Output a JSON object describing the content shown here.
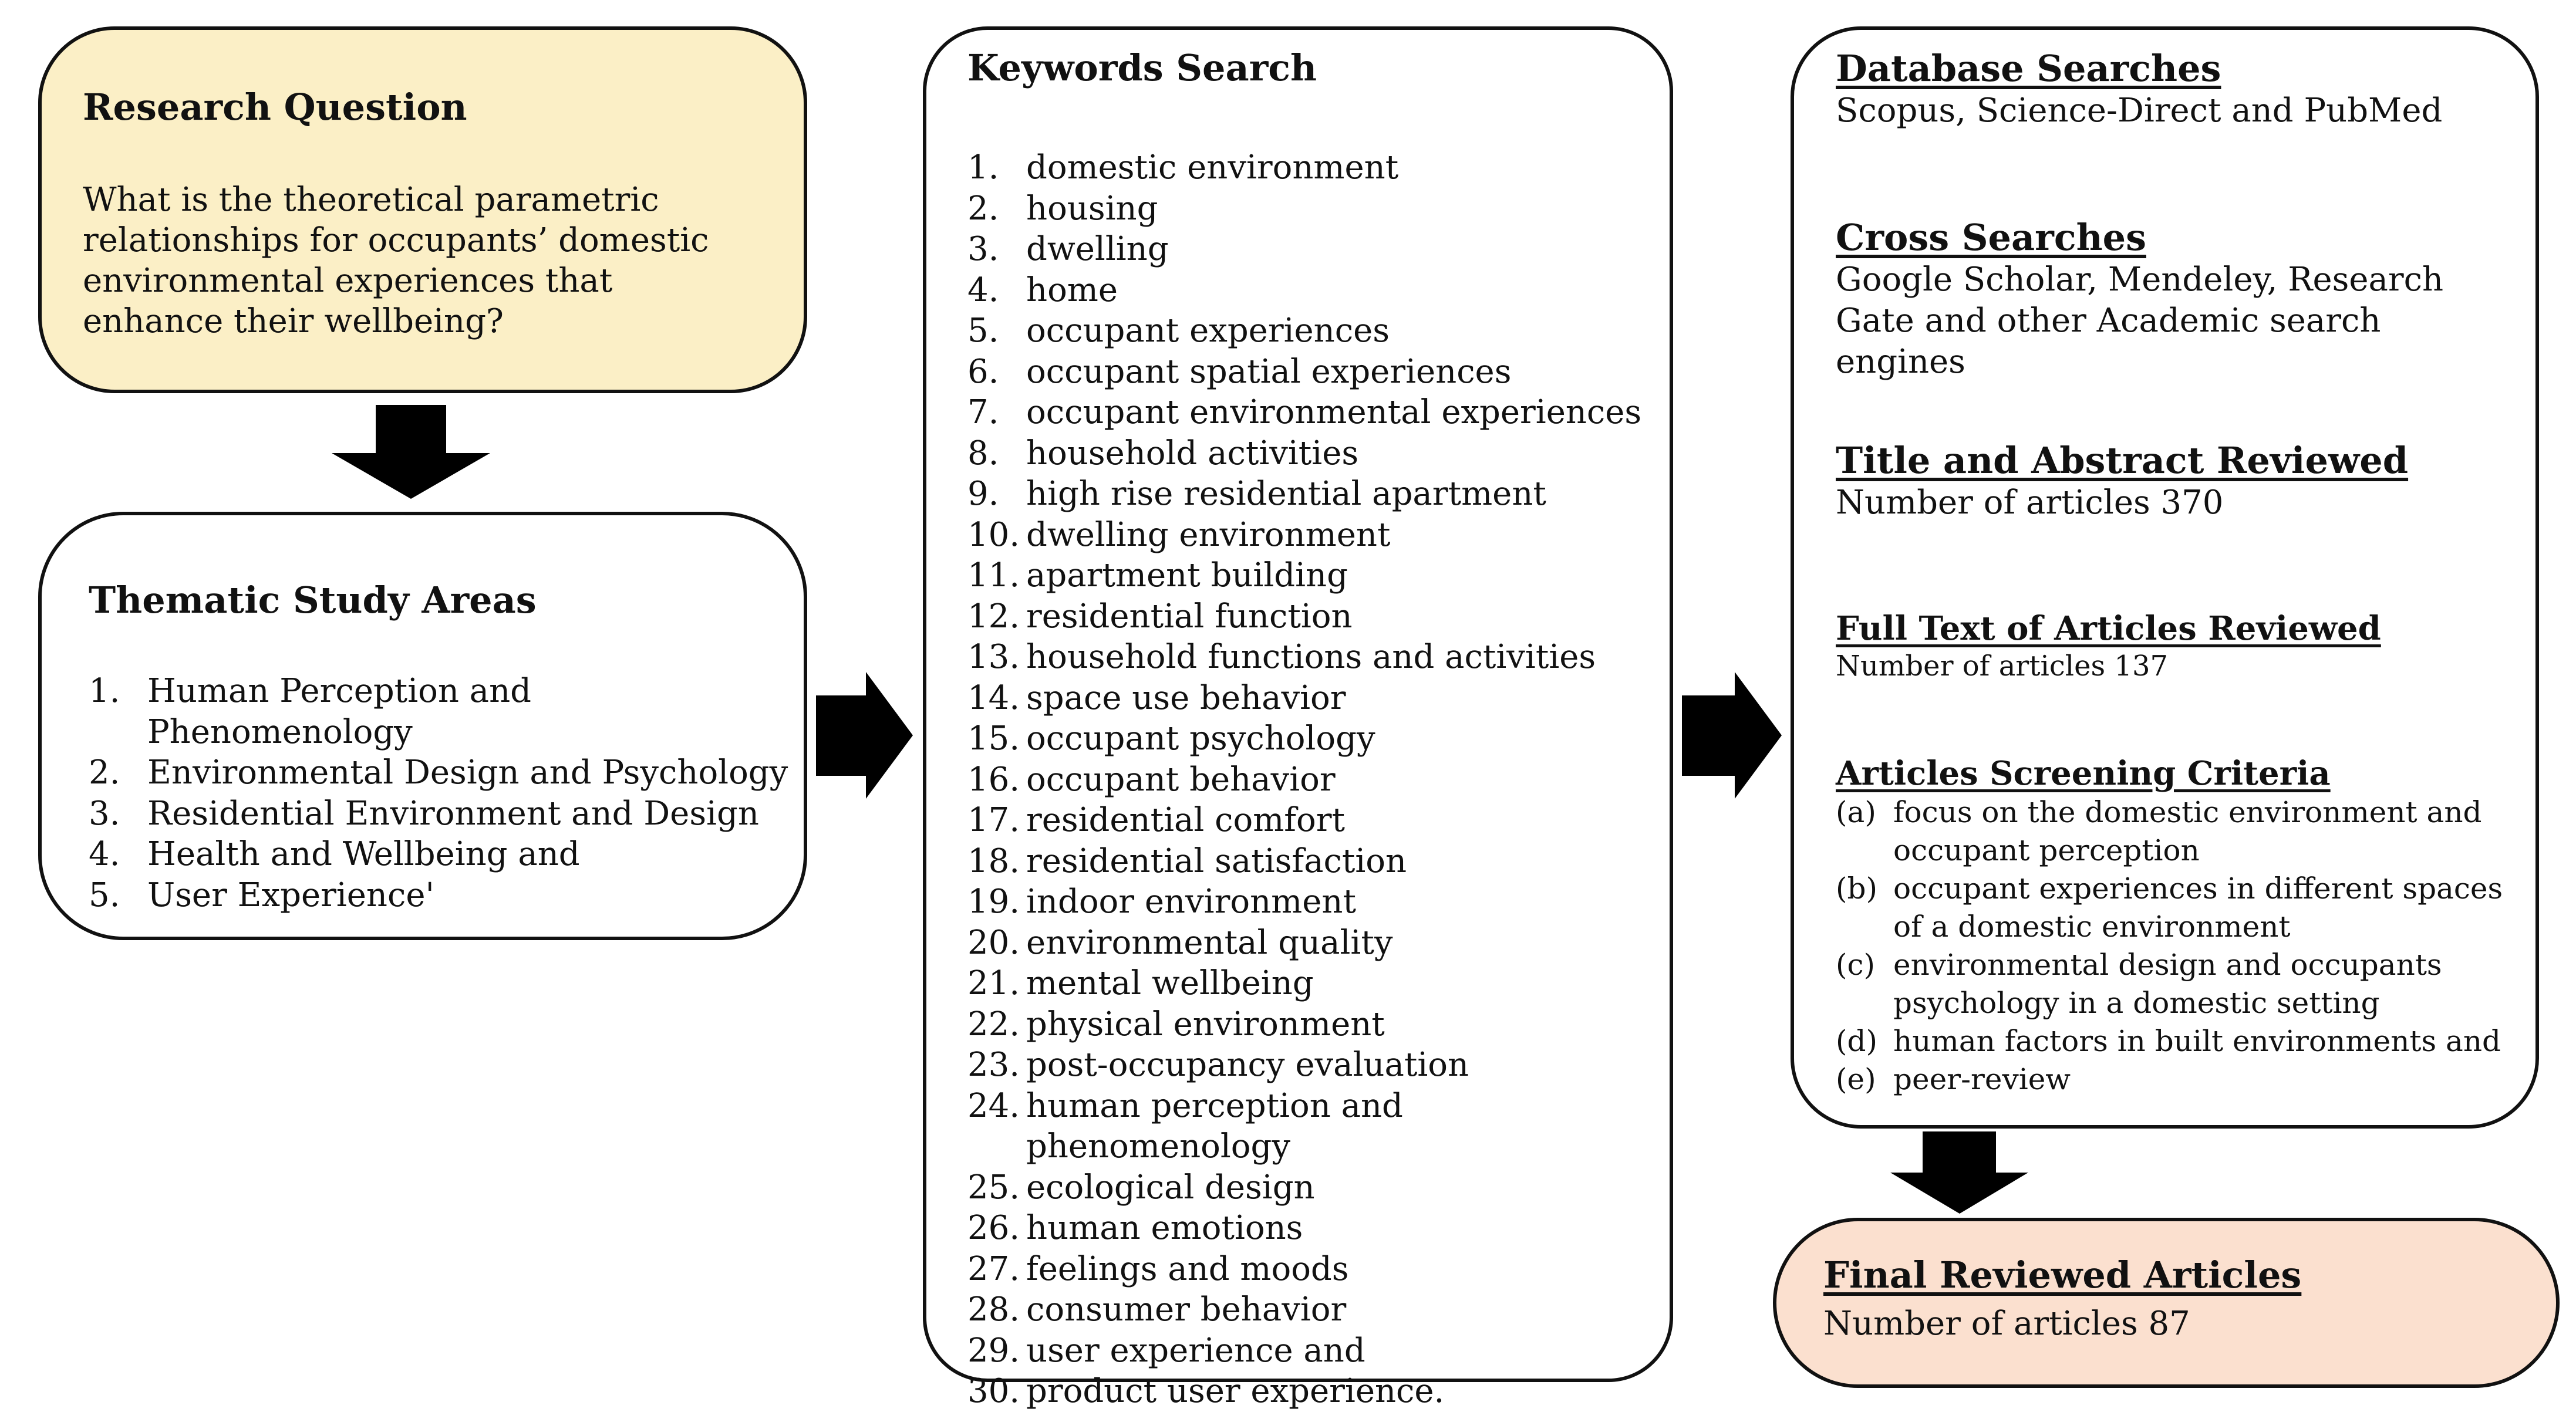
{
  "research": {
    "title": "Research Question",
    "text": "What is the theoretical parametric relationships for occupants’ domestic environmental experiences that enhance their wellbeing?",
    "color": "#fbefc6"
  },
  "thematic": {
    "title": "Thematic Study Areas",
    "items": [
      {
        "num": "1.",
        "text": "Human Perception and Phenomenology"
      },
      {
        "num": "2.",
        "text": "Environmental Design and Psychology"
      },
      {
        "num": "3.",
        "text": "Residential Environment and Design"
      },
      {
        "num": "4.",
        "text": "Health and Wellbeing and"
      },
      {
        "num": "5.",
        "text": "User Experience'"
      }
    ]
  },
  "keywords": {
    "title": "Keywords Search",
    "items": [
      {
        "num": "1.",
        "text": "domestic environment"
      },
      {
        "num": "2.",
        "text": "housing"
      },
      {
        "num": "3.",
        "text": "dwelling"
      },
      {
        "num": "4.",
        "text": "home"
      },
      {
        "num": "5.",
        "text": "occupant experiences"
      },
      {
        "num": "6.",
        "text": "occupant spatial experiences"
      },
      {
        "num": "7.",
        "text": "occupant environmental experiences"
      },
      {
        "num": "8.",
        "text": "household activities"
      },
      {
        "num": "9.",
        "text": "high rise residential apartment"
      },
      {
        "num": "10.",
        "text": "dwelling environment"
      },
      {
        "num": "11.",
        "text": "apartment building"
      },
      {
        "num": "12.",
        "text": "residential function"
      },
      {
        "num": "13.",
        "text": "household functions and activities"
      },
      {
        "num": "14.",
        "text": "space use behavior"
      },
      {
        "num": "15.",
        "text": "occupant psychology"
      },
      {
        "num": "16.",
        "text": "occupant behavior"
      },
      {
        "num": "17.",
        "text": "residential comfort"
      },
      {
        "num": "18.",
        "text": "residential satisfaction"
      },
      {
        "num": "19.",
        "text": "indoor environment"
      },
      {
        "num": "20.",
        "text": "environmental quality"
      },
      {
        "num": "21.",
        "text": "mental wellbeing"
      },
      {
        "num": "22.",
        "text": "physical environment"
      },
      {
        "num": "23.",
        "text": "post-occupancy evaluation"
      },
      {
        "num": "24.",
        "text": "human perception and phenomenology"
      },
      {
        "num": "25.",
        "text": "ecological design"
      },
      {
        "num": "26.",
        "text": "human emotions"
      },
      {
        "num": "27.",
        "text": "feelings and moods"
      },
      {
        "num": "28.",
        "text": "consumer behavior"
      },
      {
        "num": "29.",
        "text": "user experience and"
      },
      {
        "num": "30.",
        "text": "product user experience."
      }
    ]
  },
  "process": {
    "database": {
      "title": "Database Searches",
      "text": "Scopus, Science-Direct and PubMed"
    },
    "cross": {
      "title": "Cross Searches",
      "text": "Google Scholar, Mendeley, Research Gate and other Academic search engines"
    },
    "title_abstract": {
      "title": "Title and Abstract Reviewed",
      "text": "Number of articles 370"
    },
    "full_text": {
      "title": "Full Text of Articles Reviewed",
      "text": "Number of articles 137"
    },
    "criteria": {
      "title": "Articles Screening Criteria",
      "items": [
        {
          "num": "(a)",
          "text": "focus on the domestic environment and occupant perception"
        },
        {
          "num": "(b)",
          "text": "occupant experiences in different spaces of a domestic environment"
        },
        {
          "num": "(c)",
          "text": "environmental design and occupants psychology in a domestic setting"
        },
        {
          "num": "(d)",
          "text": "human factors in built environments and"
        },
        {
          "num": "(e)",
          "text": "peer-review"
        }
      ]
    }
  },
  "final": {
    "title": "Final Reviewed Articles",
    "text": "Number of articles 87",
    "color": "#fbe0cf"
  },
  "colors": {
    "black_arrow": "#000000",
    "gray_arrow": "#c0c0c0"
  }
}
